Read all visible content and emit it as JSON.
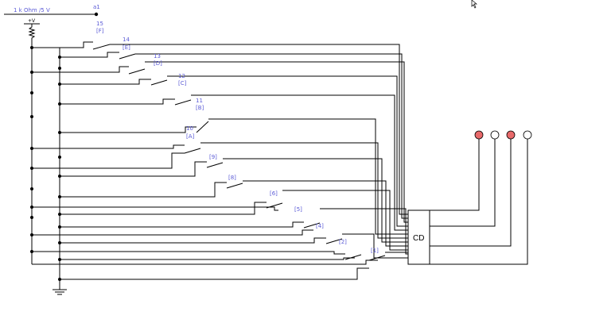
{
  "supply": {
    "label": "1 k Ohm /5 V",
    "node_label": "a1",
    "vcc_label": "+V"
  },
  "switches": [
    {
      "num": "15",
      "tag": "[F]"
    },
    {
      "num": "14",
      "tag": "[E]"
    },
    {
      "num": "13",
      "tag": "[D]"
    },
    {
      "num": "12",
      "tag": "[C]"
    },
    {
      "num": "11",
      "tag": "[B]"
    },
    {
      "num": "10",
      "tag": "[A]"
    },
    {
      "num": "",
      "tag": "[9]"
    },
    {
      "num": "",
      "tag": "[8]"
    },
    {
      "num": "",
      "tag": "[6]"
    },
    {
      "num": "",
      "tag": "[5]"
    },
    {
      "num": "",
      "tag": "[4]"
    },
    {
      "num": "",
      "tag": "[2]"
    },
    {
      "num": "",
      "tag": "[1]"
    }
  ],
  "chip": {
    "label": "CD"
  },
  "leds": [
    {
      "state": "on",
      "color": "#e8696a"
    },
    {
      "state": "off",
      "color": "#ffffff"
    },
    {
      "state": "on",
      "color": "#e8696a"
    },
    {
      "state": "off",
      "color": "#ffffff"
    }
  ],
  "colors": {
    "wire": "#000000",
    "label": "#5b5bd6",
    "led_on": "#e8696a"
  }
}
